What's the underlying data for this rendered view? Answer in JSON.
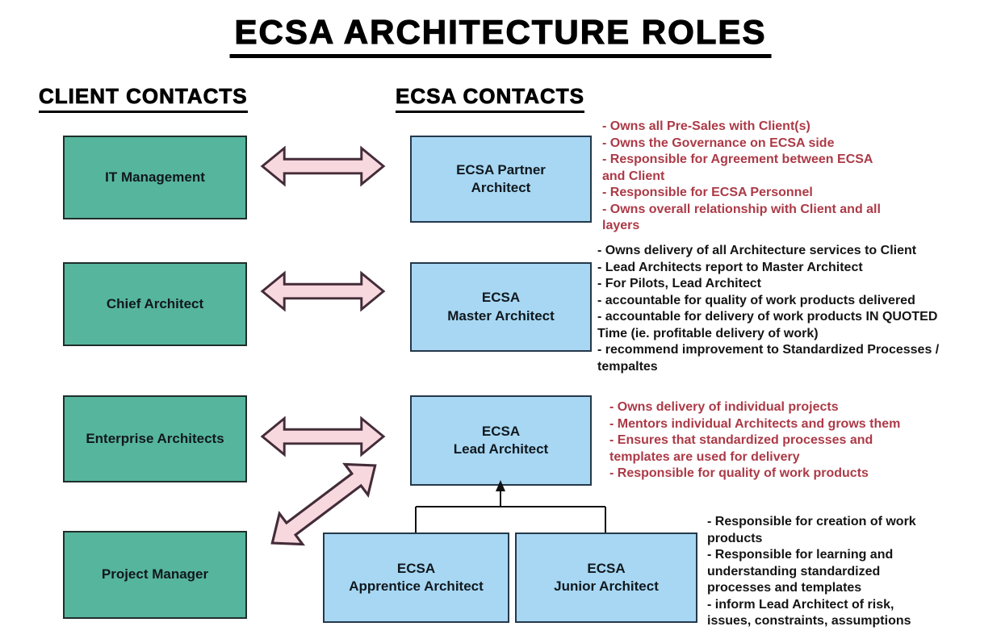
{
  "title": "ECSA ARCHITECTURE ROLES",
  "headers": {
    "client": "CLIENT CONTACTS",
    "ecsa": "ECSA CONTACTS"
  },
  "client_boxes": [
    {
      "label": "IT Management"
    },
    {
      "label": "Chief Architect"
    },
    {
      "label": "Enterprise Architects"
    },
    {
      "label": "Project Manager"
    }
  ],
  "ecsa_boxes": {
    "partner": {
      "line1": "ECSA Partner",
      "line2": "Architect"
    },
    "master": {
      "line1": "ECSA",
      "line2": "Master Architect"
    },
    "lead": {
      "line1": "ECSA",
      "line2": "Lead Architect"
    },
    "apprentice": {
      "line1": "ECSA",
      "line2": "Apprentice Architect"
    },
    "junior": {
      "line1": "ECSA",
      "line2": "Junior Architect"
    }
  },
  "notes": {
    "partner": [
      "- Owns all Pre-Sales with Client(s)",
      "- Owns the Governance on ECSA side",
      "- Responsible for Agreement between ECSA",
      "and Client",
      "- Responsible for ECSA Personnel",
      "- Owns overall relationship with Client and all",
      "layers"
    ],
    "master": [
      "- Owns delivery of all Architecture services to Client",
      "- Lead Architects report to Master Architect",
      "- For Pilots, Lead Architect",
      "- accountable for quality of work products delivered",
      "- accountable for delivery of work products IN QUOTED",
      "Time (ie. profitable delivery of work)",
      "- recommend improvement to Standardized Processes /",
      "tempaltes"
    ],
    "lead": [
      "- Owns delivery of individual projects",
      "- Mentors individual Architects and grows them",
      "- Ensures that standardized processes and",
      "templates are used for delivery",
      "- Responsible for quality of work products"
    ],
    "apprentice_junior": [
      "- Responsible for creation of work",
      "products",
      "- Responsible for learning and",
      "understanding standardized",
      "processes and templates",
      "- inform Lead Architect of risk,",
      "issues, constraints, assumptions"
    ]
  },
  "colors": {
    "green": "#56b59d",
    "blue": "#a7d7f3",
    "pink": "#f8d8df",
    "outline": "#432c38",
    "red_text": "#ac3a47",
    "black_text": "#141414"
  }
}
